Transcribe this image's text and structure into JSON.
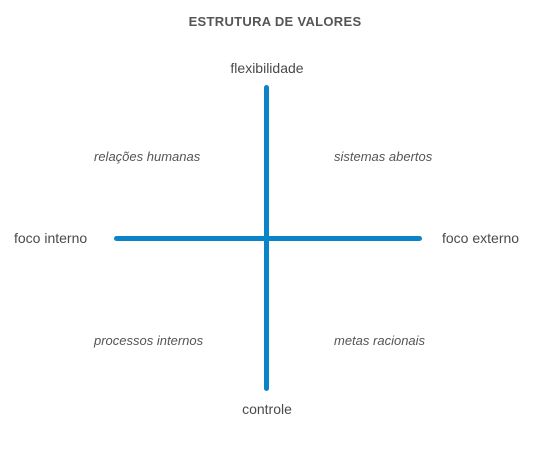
{
  "title": "ESTRUTURA DE VALORES",
  "axes": {
    "top": "flexibilidade",
    "bottom": "controle",
    "left": "foco interno",
    "right": "foco externo"
  },
  "quadrants": {
    "top_left": "relações humanas",
    "top_right": "sistemas abertos",
    "bottom_left": "processos internos",
    "bottom_right": "metas racionais"
  },
  "colors": {
    "axis": "#0a84c6"
  }
}
